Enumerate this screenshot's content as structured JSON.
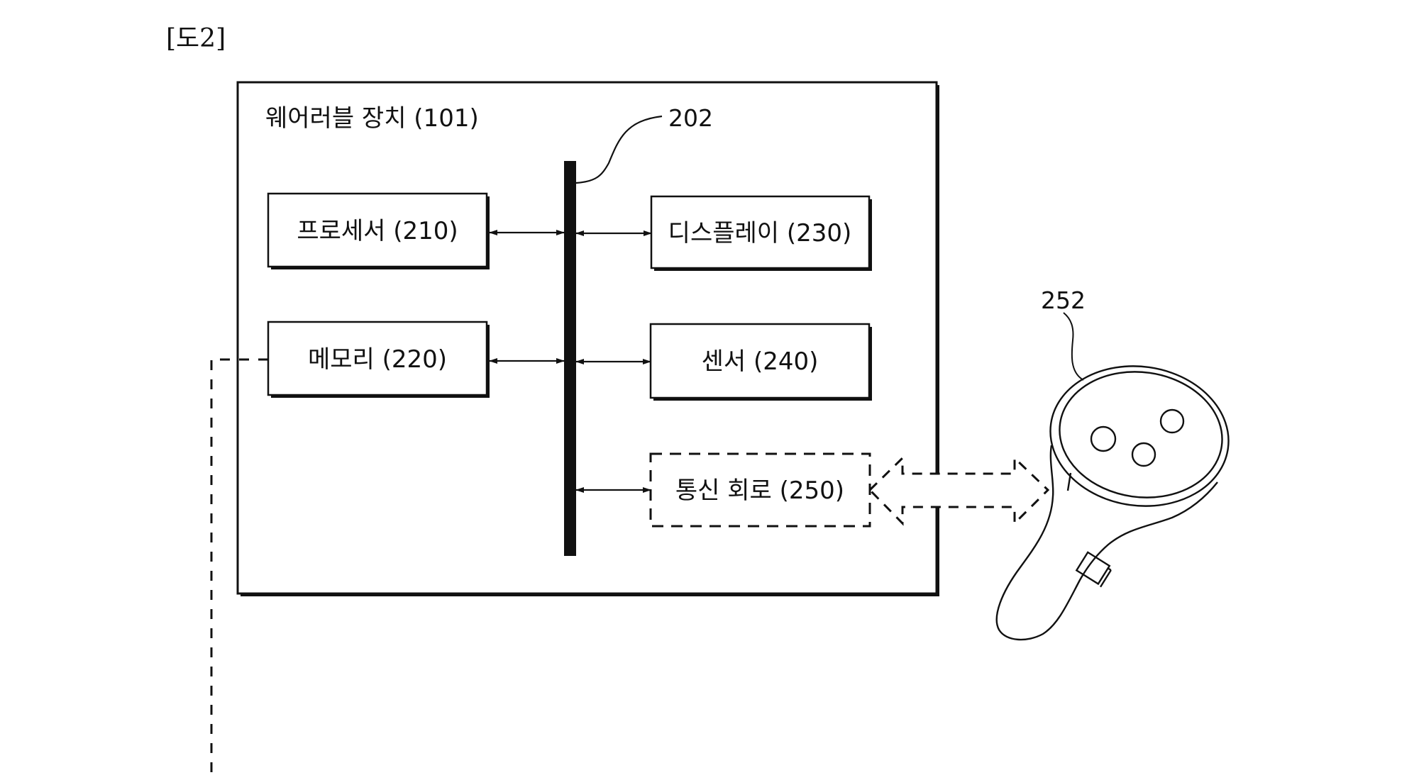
{
  "figure": {
    "number_label": "[도2]",
    "device_title": "웨어러블 장치 (101)",
    "bus_ref": "202",
    "controller_ref": "252",
    "blocks": [
      {
        "id": "processor",
        "label": "프로세서 (210)",
        "style": "solid"
      },
      {
        "id": "memory",
        "label": "메모리 (220)",
        "style": "solid"
      },
      {
        "id": "display",
        "label": "디스플레이 (230)",
        "style": "solid"
      },
      {
        "id": "sensor",
        "label": "센서 (240)",
        "style": "solid"
      },
      {
        "id": "communication",
        "label": "통신 회로 (250)",
        "style": "dashed"
      }
    ],
    "connections": [
      {
        "from": "processor",
        "to": "bus-202",
        "type": "bidirectional"
      },
      {
        "from": "memory",
        "to": "bus-202",
        "type": "bidirectional"
      },
      {
        "from": "display",
        "to": "bus-202",
        "type": "bidirectional"
      },
      {
        "from": "sensor",
        "to": "bus-202",
        "type": "bidirectional"
      },
      {
        "from": "communication",
        "to": "bus-202",
        "type": "bidirectional"
      },
      {
        "from": "communication",
        "to": "controller-252",
        "type": "wireless-bidirectional-dashed"
      },
      {
        "from": "memory",
        "to": "external",
        "type": "dashed-line"
      }
    ]
  }
}
